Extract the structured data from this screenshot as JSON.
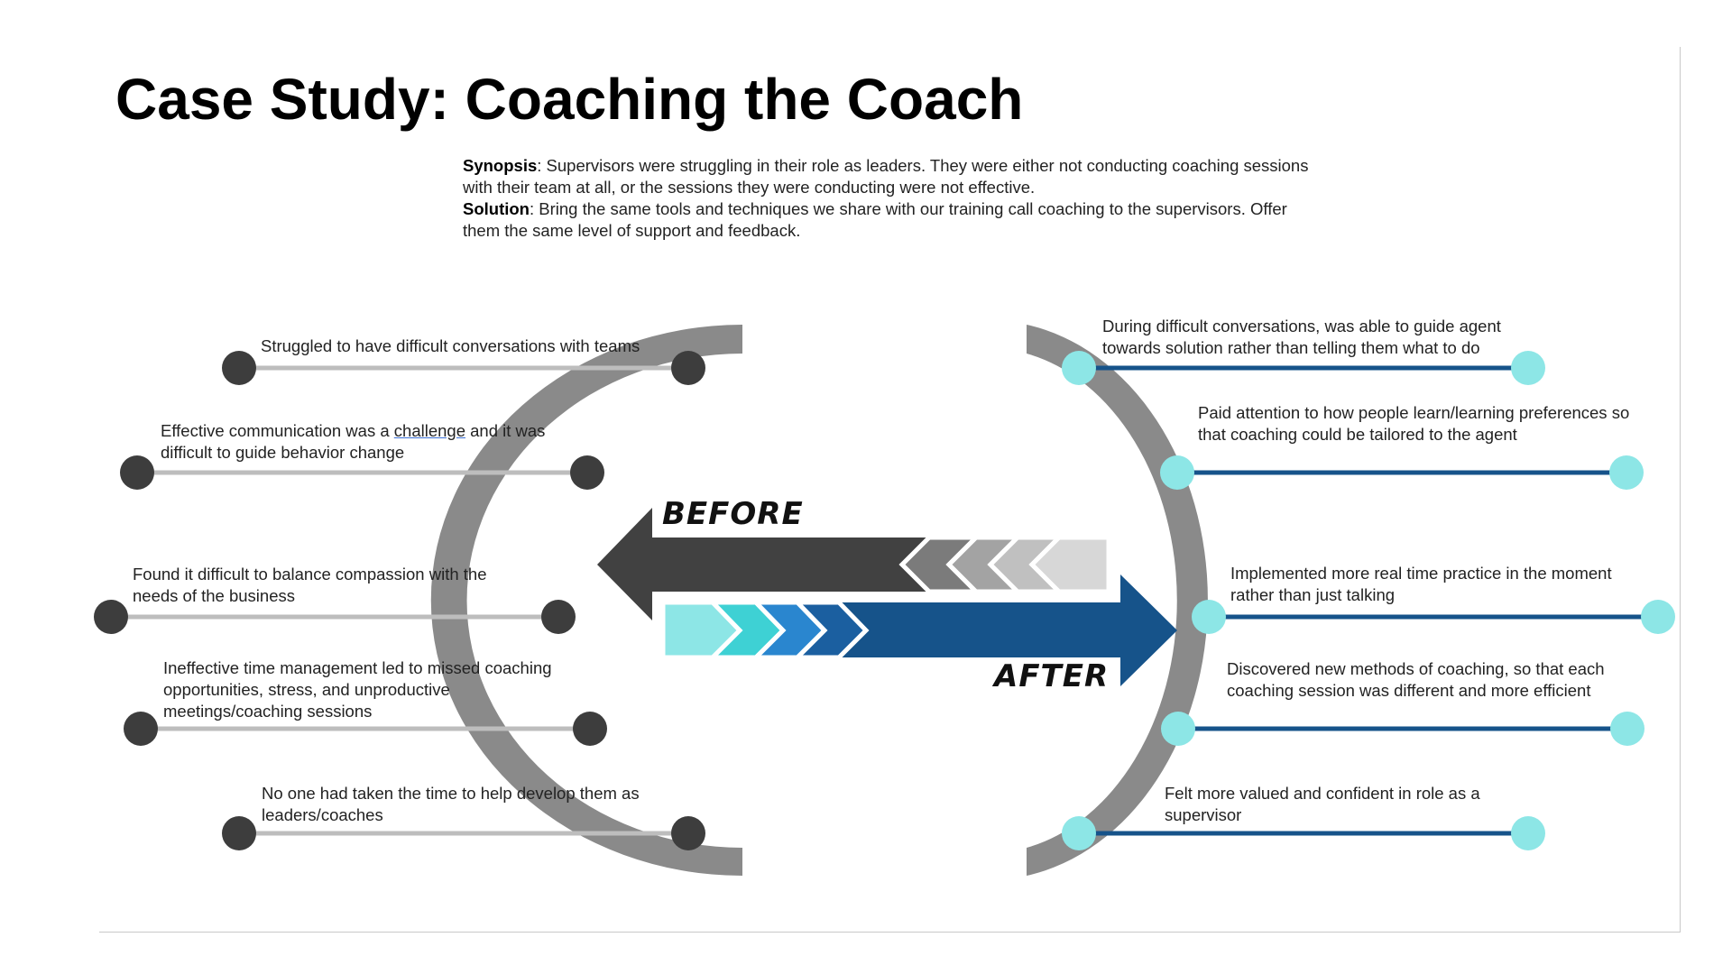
{
  "title": "Case Study: Coaching the Coach",
  "synopsis": {
    "synopsis_label": "Synopsis",
    "synopsis_text": ": Supervisors were struggling in their role as leaders. They were either not conducting coaching sessions with their team at all, or the sessions they were conducting were not effective.",
    "solution_label": "Solution",
    "solution_text": ": Bring the same tools and techniques we share with our training call coaching to the supervisors. Offer them the same level of support and feedback."
  },
  "before": {
    "tag": "BEFORE",
    "items": [
      {
        "text": "Struggled to have difficult conversations with teams"
      },
      {
        "pre": "Effective communication was a ",
        "link": "challenge",
        "post": " and it was difficult to guide behavior change"
      },
      {
        "text": "Found it difficult to balance compassion with the needs of the business"
      },
      {
        "text": "Ineffective time management led to missed coaching opportunities, stress, and unproductive meetings/coaching sessions"
      },
      {
        "text": "No one had taken the time to help develop them as leaders/coaches"
      }
    ]
  },
  "after": {
    "tag": "AFTER",
    "items": [
      {
        "text": "During difficult conversations, was able to guide agent towards solution rather than telling them what to do"
      },
      {
        "text": "Paid attention to how people learn/learning preferences so that coaching could be tailored to the agent"
      },
      {
        "text": "Implemented more real time practice in the moment rather than just talking"
      },
      {
        "text": "Discovered new methods of coaching, so that each coaching session was different and more efficient"
      },
      {
        "text": "Felt more valued and confident in role as a supervisor"
      }
    ]
  },
  "colors": {
    "before_dot": "#3d3d3d",
    "before_line": "#bdbdbd",
    "arc": "#8a8a8a",
    "after_dot": "#8de6e6",
    "after_line": "#16538a",
    "before_arrow": "#414141",
    "after_arrow": "#16538a"
  }
}
